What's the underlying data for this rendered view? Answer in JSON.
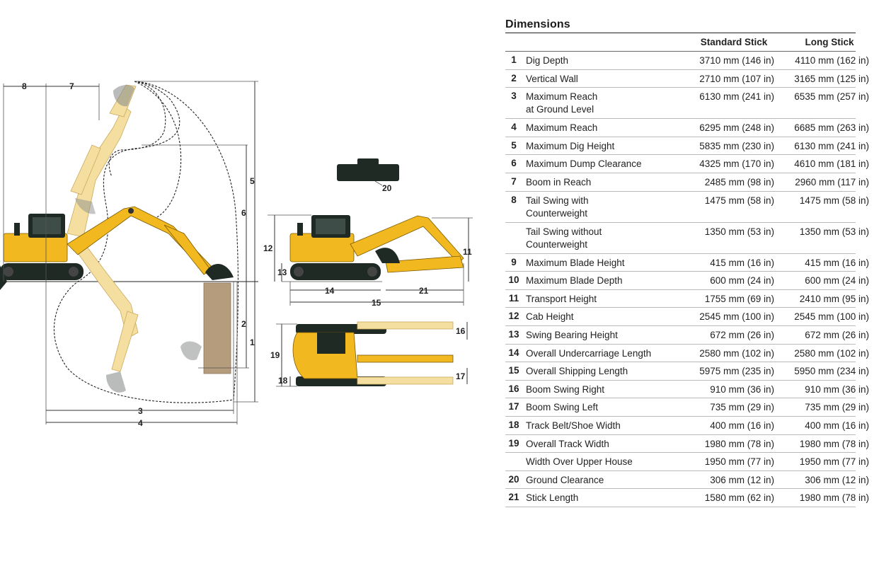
{
  "title": "Dimensions",
  "columns": {
    "standard": "Standard Stick",
    "long": "Long Stick"
  },
  "rows": [
    {
      "num": "1",
      "label": "Dig Depth",
      "std": "3710 mm (146 in)",
      "long": "4110 mm (162 in)"
    },
    {
      "num": "2",
      "label": "Vertical Wall",
      "std": "2710 mm (107 in)",
      "long": "3165 mm (125 in)"
    },
    {
      "num": "3",
      "label": "Maximum Reach\nat Ground Level",
      "std": "6130 mm (241 in)",
      "long": "6535 mm (257 in)"
    },
    {
      "num": "4",
      "label": "Maximum Reach",
      "std": "6295 mm (248 in)",
      "long": "6685 mm (263 in)"
    },
    {
      "num": "5",
      "label": "Maximum Dig Height",
      "std": "5835 mm (230 in)",
      "long": "6130 mm (241 in)"
    },
    {
      "num": "6",
      "label": "Maximum Dump Clearance",
      "std": "4325 mm (170 in)",
      "long": "4610 mm (181 in)"
    },
    {
      "num": "7",
      "label": "Boom in Reach",
      "std": "2485 mm (98 in)",
      "long": "2960 mm (117 in)"
    },
    {
      "num": "8",
      "label": "Tail Swing with\nCounterweight",
      "std": "1475 mm (58 in)",
      "long": "1475 mm (58 in)"
    },
    {
      "num": "",
      "label": "Tail Swing without\nCounterweight",
      "std": "1350 mm (53 in)",
      "long": "1350 mm (53 in)"
    },
    {
      "num": "9",
      "label": "Maximum Blade Height",
      "std": "415 mm (16 in)",
      "long": "415 mm (16 in)"
    },
    {
      "num": "10",
      "label": "Maximum Blade Depth",
      "std": "600 mm (24 in)",
      "long": "600 mm (24 in)"
    },
    {
      "num": "11",
      "label": "Transport Height",
      "std": "1755 mm (69 in)",
      "long": "2410 mm (95 in)"
    },
    {
      "num": "12",
      "label": "Cab Height",
      "std": "2545 mm (100 in)",
      "long": "2545 mm (100 in)"
    },
    {
      "num": "13",
      "label": "Swing Bearing Height",
      "std": "672 mm (26 in)",
      "long": "672 mm (26 in)"
    },
    {
      "num": "14",
      "label": "Overall Undercarriage Length",
      "std": "2580 mm (102 in)",
      "long": "2580 mm (102 in)"
    },
    {
      "num": "15",
      "label": "Overall Shipping Length",
      "std": "5975 mm (235 in)",
      "long": "5950 mm (234 in)"
    },
    {
      "num": "16",
      "label": "Boom Swing Right",
      "std": "910 mm (36 in)",
      "long": "910 mm (36 in)"
    },
    {
      "num": "17",
      "label": "Boom Swing Left",
      "std": "735 mm (29 in)",
      "long": "735 mm (29 in)"
    },
    {
      "num": "18",
      "label": "Track Belt/Shoe Width",
      "std": "400 mm (16 in)",
      "long": "400 mm (16 in)"
    },
    {
      "num": "19",
      "label": "Overall Track Width",
      "std": "1980 mm (78 in)",
      "long": "1980 mm (78 in)"
    },
    {
      "num": "",
      "label": "Width Over Upper House",
      "std": "1950 mm (77 in)",
      "long": "1950 mm (77 in)"
    },
    {
      "num": "20",
      "label": "Ground Clearance",
      "std": "306 mm (12 in)",
      "long": "306 mm (12 in)"
    },
    {
      "num": "21",
      "label": "Stick Length",
      "std": "1580 mm (62 in)",
      "long": "1980 mm (78 in)"
    }
  ],
  "diagram_labels": {
    "d1": "1",
    "d2": "2",
    "d3": "3",
    "d4": "4",
    "d5": "5",
    "d6": "6",
    "d7": "7",
    "d8": "8",
    "d11": "11",
    "d12": "12",
    "d13": "13",
    "d14": "14",
    "d15": "15",
    "d16": "16",
    "d17": "17",
    "d18": "18",
    "d19": "19",
    "d20": "20",
    "d21": "21"
  },
  "colors": {
    "machine_yellow": "#f2b81f",
    "machine_dark": "#1f2a25",
    "soil": "#b59c7d"
  }
}
